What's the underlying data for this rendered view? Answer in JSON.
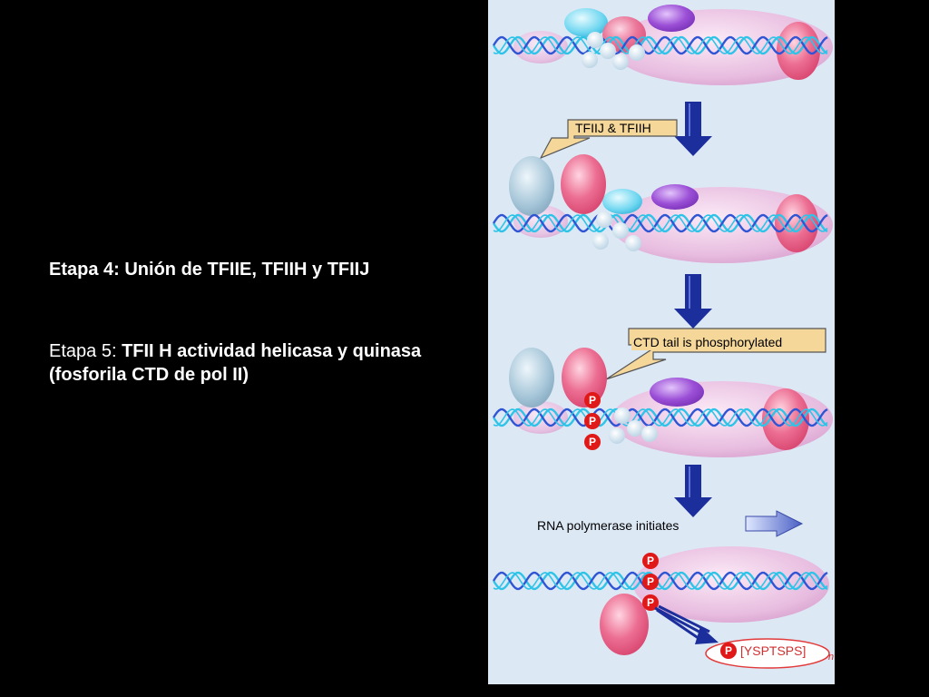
{
  "slide": {
    "stage4": "Etapa 4: Unión de TFIIE, TFIIH y TFIIJ",
    "stage5_prefix": "Etapa 5: ",
    "stage5_bold": "TFII H actividad helicasa y quinasa (fosforila CTD de pol II)"
  },
  "figure": {
    "label_tfiij_tfiih": "TFIIJ & TFIIH",
    "label_ctd": "CTD tail is phosphorylated",
    "label_initiates": "RNA polymerase initiates",
    "phospho_symbol": "P",
    "ctd_repeat": "[YSPTSPS]",
    "ctd_subscript": "n"
  },
  "colors": {
    "background": "#000000",
    "panel": "#dde8f5",
    "dna_blue": "#2f55d4",
    "dna_cyan": "#2ec4e8",
    "polymerase": "#e8bde0",
    "pink_factor": "#ec6e92",
    "purple_factor": "#9b4fd6",
    "light_blue_factor": "#a9c8da",
    "arrow_navy": "#1c2d9c",
    "callout": "#f5d79a",
    "phospho_red": "#e01818"
  }
}
